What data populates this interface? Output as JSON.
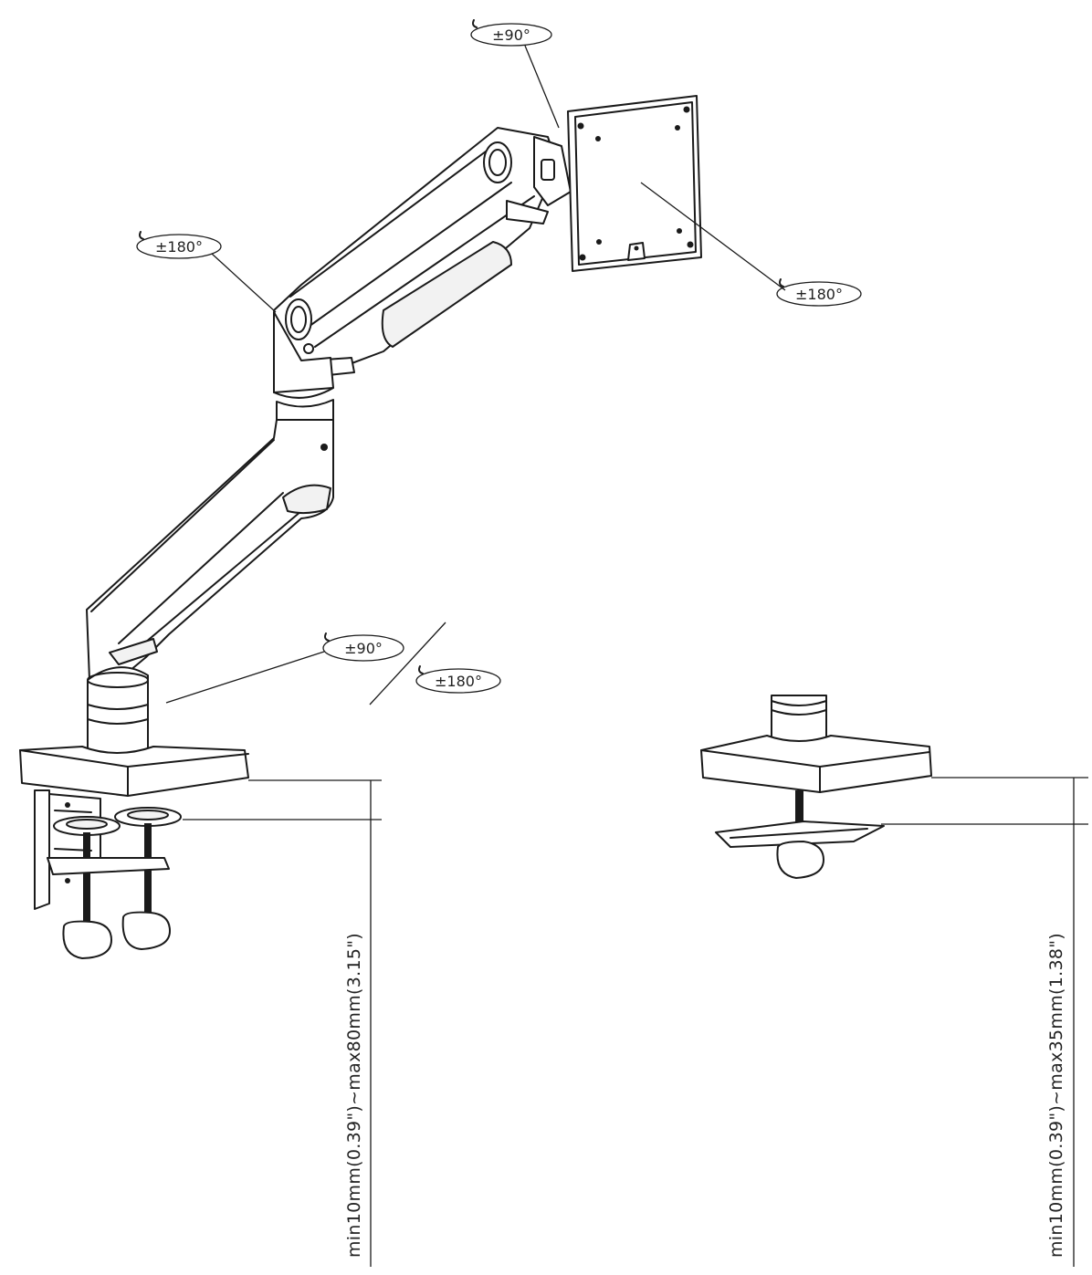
{
  "figure": {
    "rotation_labels": {
      "top_tilt": "±90°",
      "lower_arm_joint": "±180°",
      "vesa_swivel": "±180°",
      "base_rotation": "±90°",
      "base_swivel": "±180°"
    },
    "desk_thickness": {
      "clamp": "min10mm(0.39\")~max80mm(3.15\")",
      "grommet": "min10mm(0.39\")~max35mm(1.38\")"
    }
  }
}
